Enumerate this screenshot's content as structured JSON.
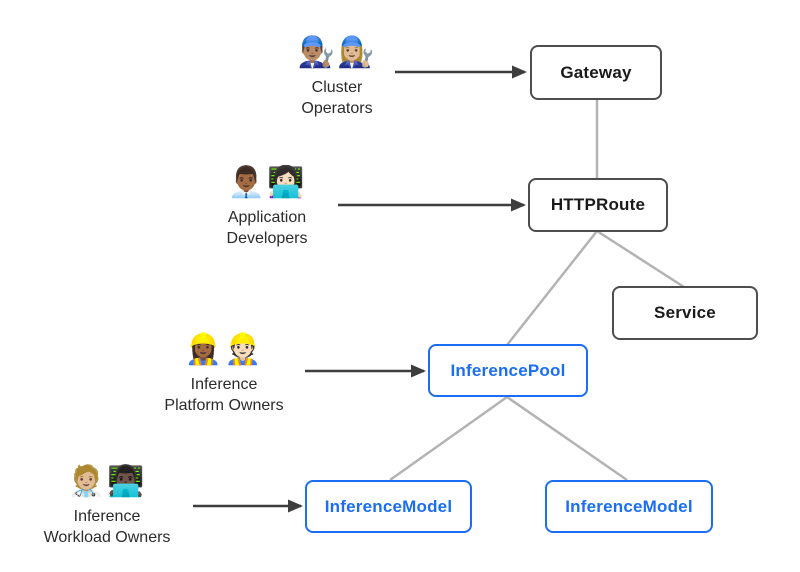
{
  "diagram": {
    "personas": [
      {
        "id": "cluster-operators",
        "emojis": "👨🏽‍🔧👩🏼‍🔧",
        "label_line1": "Cluster",
        "label_line2": "Operators"
      },
      {
        "id": "application-developers",
        "emojis": "👨🏾‍💼👩🏻‍💻",
        "label_line1": "Application",
        "label_line2": "Developers"
      },
      {
        "id": "inference-platform-owners",
        "emojis": "👷🏾‍♀️👷🏻",
        "label_line1": "Inference",
        "label_line2": "Platform Owners"
      },
      {
        "id": "inference-workload-owners",
        "emojis": "🧑🏼‍⚕️👨🏿‍💻",
        "label_line1": "Inference",
        "label_line2": "Workload Owners"
      }
    ],
    "nodes": [
      {
        "id": "gateway",
        "label": "Gateway",
        "type": "core"
      },
      {
        "id": "httproute",
        "label": "HTTPRoute",
        "type": "core"
      },
      {
        "id": "service",
        "label": "Service",
        "type": "core"
      },
      {
        "id": "inferencepool",
        "label": "InferencePool",
        "type": "extension"
      },
      {
        "id": "inferencemodel-1",
        "label": "InferenceModel",
        "type": "extension"
      },
      {
        "id": "inferencemodel-2",
        "label": "InferenceModel",
        "type": "extension"
      }
    ],
    "edges": [
      {
        "from": "gateway",
        "to": "httproute"
      },
      {
        "from": "httproute",
        "to": "inferencepool"
      },
      {
        "from": "httproute",
        "to": "service"
      },
      {
        "from": "inferencepool",
        "to": "inferencemodel-1"
      },
      {
        "from": "inferencepool",
        "to": "inferencemodel-2"
      }
    ],
    "persona_arrows": [
      {
        "from": "cluster-operators",
        "to": "gateway"
      },
      {
        "from": "application-developers",
        "to": "httproute"
      },
      {
        "from": "inference-platform-owners",
        "to": "inferencepool"
      },
      {
        "from": "inference-workload-owners",
        "to": "inferencemodel-1"
      }
    ],
    "colors": {
      "core_border": "#4d4d4d",
      "core_text": "#1a1a1a",
      "extension_accent": "#1b6ef3",
      "connector": "#b3b3b3",
      "arrow": "#3d3d3d",
      "background": "#ffffff"
    }
  }
}
